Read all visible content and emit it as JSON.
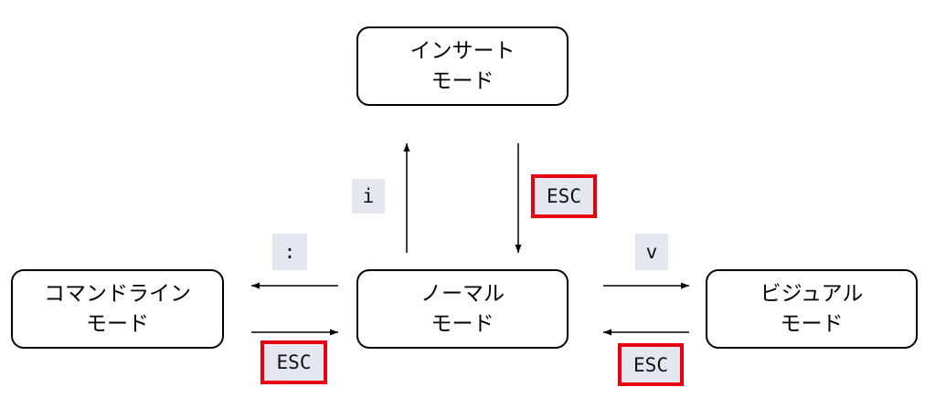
{
  "modes": {
    "insert": {
      "line1": "インサート",
      "line2": "モード"
    },
    "normal": {
      "line1": "ノーマル",
      "line2": "モード"
    },
    "command_line": {
      "line1": "コマンドライン",
      "line2": "モード"
    },
    "visual": {
      "line1": "ビジュアル",
      "line2": "モード"
    }
  },
  "keys": {
    "to_insert": "i",
    "from_insert": "ESC",
    "to_command_line": ":",
    "from_command_line": "ESC",
    "to_visual": "v",
    "from_visual": "ESC"
  },
  "colors": {
    "esc_border": "#e60012",
    "key_background": "#e6e6ef",
    "line": "#000000"
  }
}
